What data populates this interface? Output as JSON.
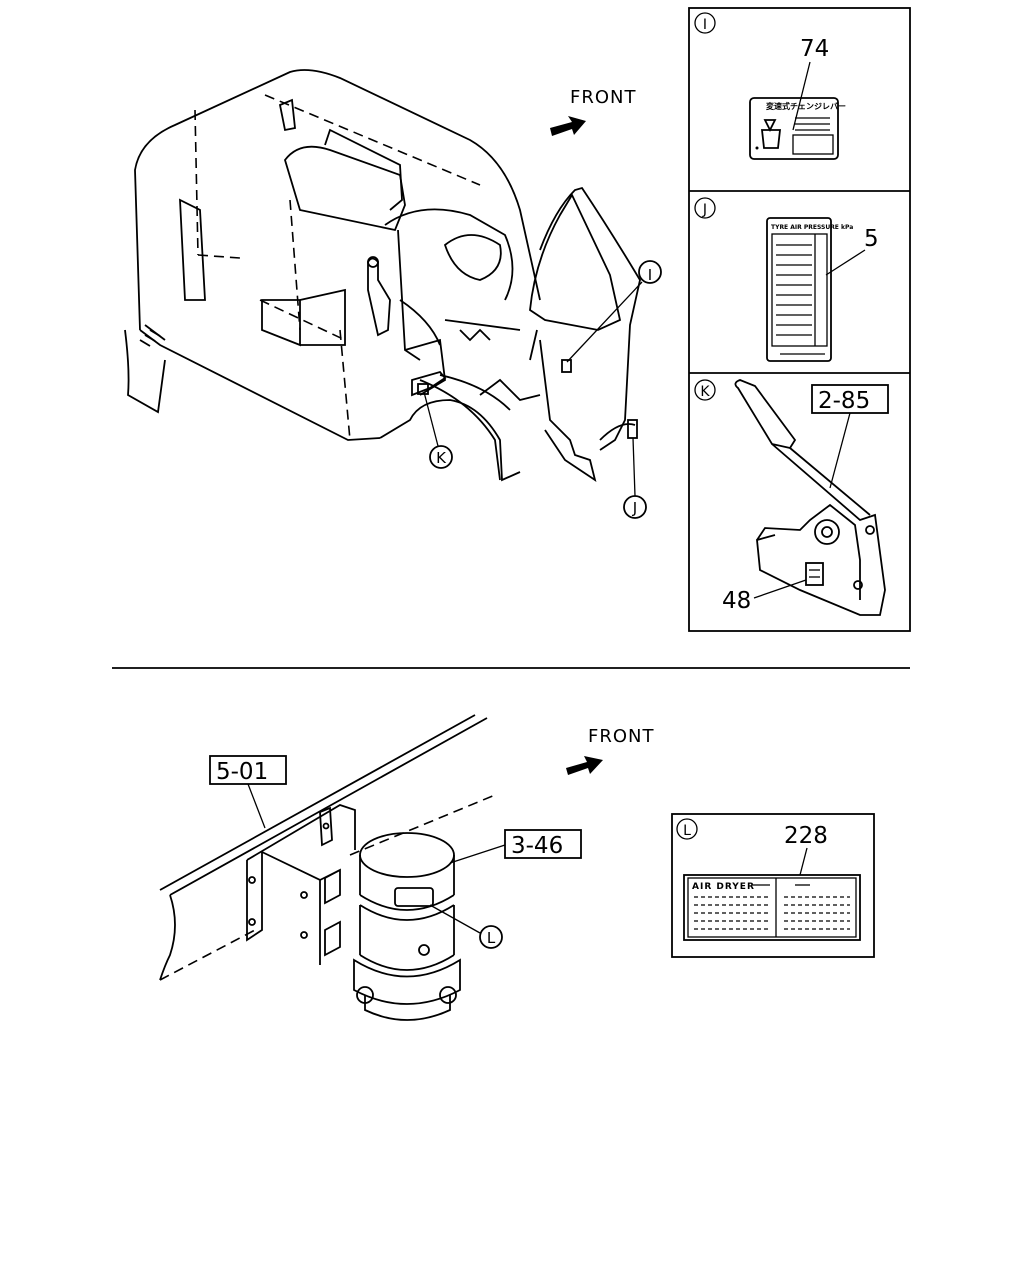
{
  "upper": {
    "front_label": "FRONT",
    "callouts": {
      "i": "I",
      "j": "J",
      "k": "K"
    }
  },
  "panel_i": {
    "letter": "I",
    "part": "74",
    "label_title": "変速式チェンジレバー"
  },
  "panel_j": {
    "letter": "J",
    "part": "5",
    "label_title": "TYRE AIR PRESSURE kPa"
  },
  "panel_k": {
    "letter": "K",
    "ref": "2-85",
    "part": "48"
  },
  "lower": {
    "front_label": "FRONT",
    "ref_frame": "5-01",
    "ref_dryer": "3-46",
    "callout_l": "L"
  },
  "panel_l": {
    "letter": "L",
    "part": "228",
    "label_title": "AIR DRYER"
  }
}
